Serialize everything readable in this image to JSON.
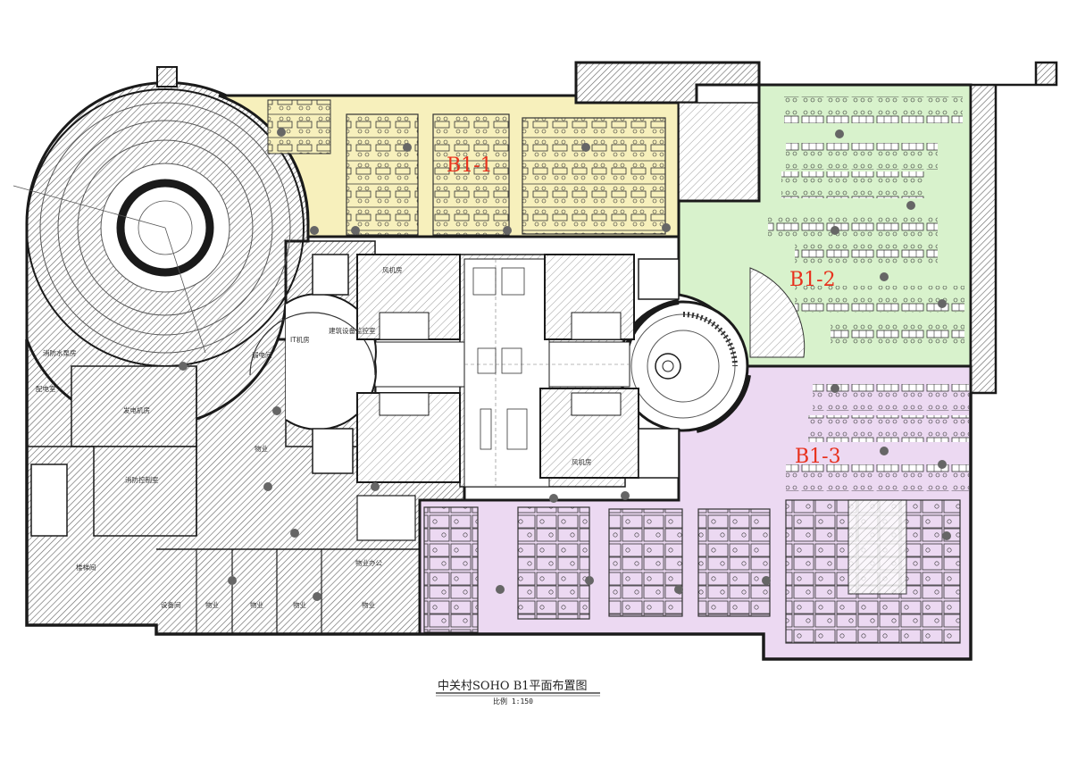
{
  "title": "中关村SOHO B1平面布置图",
  "scale": "比例 1:150",
  "zones": [
    {
      "id": "b1-1",
      "label": "B1-1",
      "color": "#f7f0bc"
    },
    {
      "id": "b1-2",
      "label": "B1-2",
      "color": "#d8f2cc"
    },
    {
      "id": "b1-3",
      "label": "B1-3",
      "color": "#ecd9f2"
    }
  ],
  "rooms": {
    "it_room": "IT机房",
    "equipment_room": "建筑设备监控室",
    "weak_current_room": "弱电间",
    "generator_room": "发电机房",
    "fire_control_room": "消防控制室",
    "storage_1": "物业",
    "storage_2": "物业",
    "storage_3": "物业",
    "storage_4": "物业",
    "storage_5": "物业",
    "fan_room_1": "风机房",
    "fan_room_2": "风机房",
    "power_room": "配电室",
    "cold_room": "设备间",
    "pump_room": "消防水泵房",
    "stair_room": "楼梯间",
    "property_office": "物业办公"
  },
  "colors": {
    "hatch": "#555555",
    "wall": "#1a1a1a",
    "red_text": "#e8301c"
  }
}
